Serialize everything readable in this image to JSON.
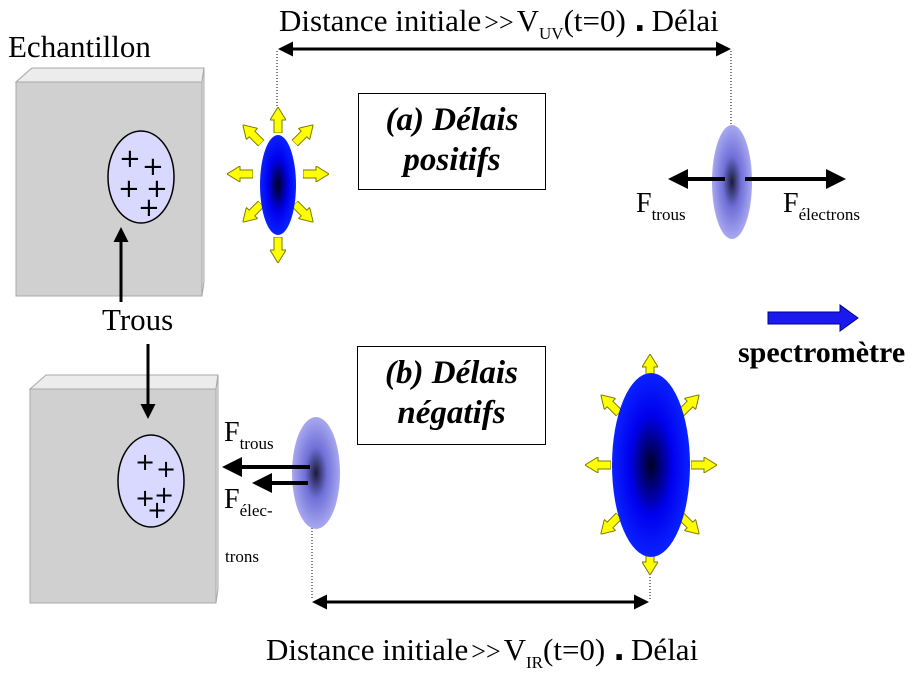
{
  "sample_label": "Echantillon",
  "holes_label": "Trous",
  "top_formula": {
    "prefix": "Distance initiale",
    "relation": ">>",
    "V": "V",
    "sub": "UV",
    "suffix": "(t=0)",
    "dot": ".",
    "end": "Délai"
  },
  "bottom_formula": {
    "prefix": "Distance initiale",
    "relation": ">>",
    "V": "V",
    "sub": "IR",
    "suffix": "(t=0)",
    "dot": ".",
    "end": "Délai"
  },
  "panel_a": {
    "line1": "(a) Délais",
    "line2": "positifs"
  },
  "panel_b": {
    "line1": "(b) Délais",
    "line2": "négatifs"
  },
  "forces_a": {
    "F": "F",
    "trous_sub": "trous",
    "electrons_sub": "électrons"
  },
  "forces_b": {
    "F": "F",
    "trous_sub": "trous",
    "elec_sub_1": "élec-",
    "elec_sub_2": "trons"
  },
  "spectrometer_label": "spectromètre",
  "plus_sign": "+",
  "colors": {
    "slab_front": "#d3d3d3",
    "slab_side": "#f2f2f2",
    "hole_oval": "#d9d9ff",
    "electron_blue": "#0000ee",
    "soft_blue": "#9999ee",
    "arrow_yellow": "#ffff00",
    "spectrometer_arrow": "#1a1aee"
  }
}
